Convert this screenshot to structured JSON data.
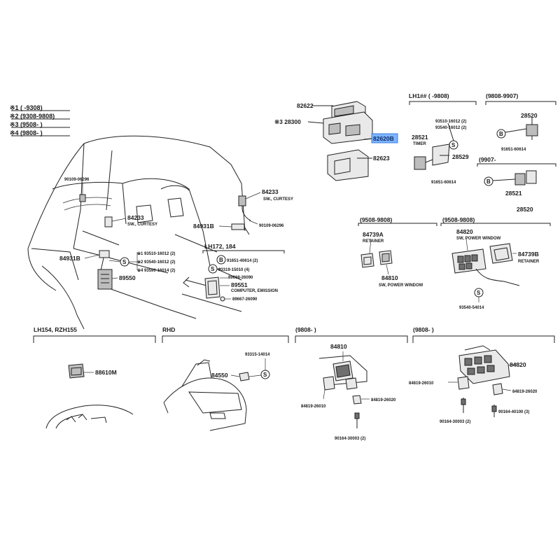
{
  "legend": {
    "l1": "※1 (     -9308)",
    "l2": "※2 (9308-9808)",
    "l3": "※3 (9508-     )",
    "l4": "※4 (9808-     )"
  },
  "parts": {
    "p82622": "82622",
    "p28300": "※3 28300",
    "p82620B": "82620B",
    "p82623": "82623",
    "hdr_lh": "LH1## (     -9808)",
    "hdr_9808_9907": "(9808-9907)",
    "p93510": "93510-16012 (2)",
    "p93540": "93540-16012 (2)",
    "p28521": "28521",
    "timer": "TIMER",
    "p28529": "28529",
    "p28520a": "28520",
    "p91651a": "91651-60614",
    "hdr_9907": "(9907-",
    "p91651b": "91651-60614",
    "p28521b": "28521",
    "p28520b": "28520",
    "p90109a": "90109-06296",
    "p84233a": "84233",
    "sw_curtesy_a": "SW., CURTESY",
    "p84233b": "84233",
    "sw_curtesy_b": "SW., CURTESY",
    "p90109b": "90109-06296",
    "p84931a": "84931B",
    "p84931b": "84931B",
    "x1": "※1 93510-16012 (2)",
    "x2": "※2 93540-16012 (2)",
    "x4": "※4 93590-16014 (2)",
    "p89550": "89550",
    "hdr_lh172": "LH172, 184",
    "p91651c": "91651-40614 (2)",
    "p93319": "93319-15010 (4)",
    "p89668": "89668-26090",
    "p89551": "89551",
    "computer": "COMPUTER, EMISSION",
    "p89667": "89667-26090",
    "hdr_9508a": "(9508-9808)",
    "p84739A": "84739A",
    "retainer_a": "RETAINER",
    "p84810a": "84810",
    "sw_pw_a": "SW, POWER WINDOW",
    "hdr_9508b": "(9508-9808)",
    "p84820a": "84820",
    "sw_pw_b": "SW, POWER WINDOW",
    "p84739B": "84739B",
    "retainer_b": "RETAINER",
    "p93540b": "93540-54014",
    "hdr_lh154": "LH154, RZH155",
    "p88610M": "88610M",
    "hdr_rhd": "RHD",
    "p93315": "93315-14014",
    "p84550": "84550",
    "hdr_9808a": "(9808-     )",
    "p84810b": "84810",
    "p84819a": "84819-26010",
    "p84819b": "84819-26020",
    "p90164a": "90164-30003 (2)",
    "hdr_9808b": "(9808-     )",
    "p84820b": "84820",
    "p84819c": "84819-26010",
    "p84819d": "84819-26020",
    "p90164b": "90164-30003 (2)",
    "p90164c": "90164-40100 (3)"
  },
  "symbols": {
    "S": "S",
    "B": "B"
  },
  "colors": {
    "highlight": "#7eb3ff",
    "ink": "#1a1a1a"
  }
}
